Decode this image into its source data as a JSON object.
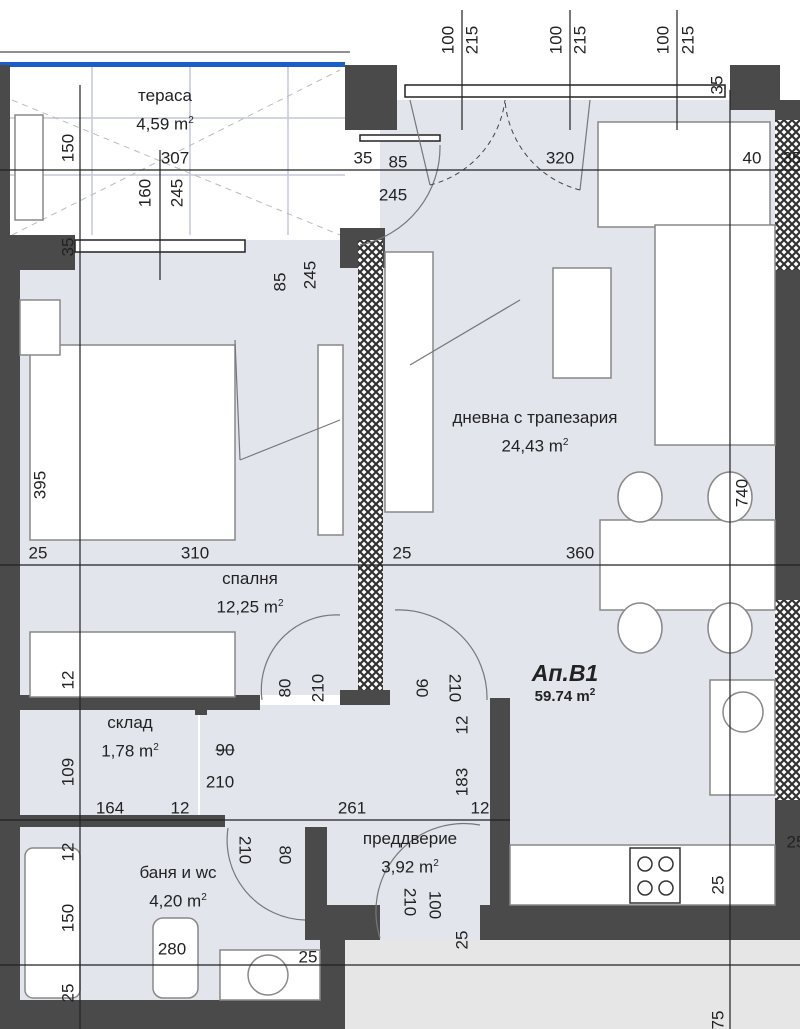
{
  "apartment": {
    "name": "Ап.B1",
    "area": "59.74",
    "unit": "m",
    "unit_sup": "2"
  },
  "rooms": [
    {
      "name": "тераса",
      "area": "4,59 m",
      "sup": "2"
    },
    {
      "name": "дневна с трапезария",
      "area": "24,43 m",
      "sup": "2"
    },
    {
      "name": "спалня",
      "area": "12,25 m",
      "sup": "2"
    },
    {
      "name": "склад",
      "area": "1,78 m",
      "sup": "2"
    },
    {
      "name": "преддверие",
      "area": "3,92 m",
      "sup": "2"
    },
    {
      "name": "баня и wc",
      "area": "4,20 m",
      "sup": "2"
    }
  ],
  "dims": [
    "100",
    "215",
    "100",
    "215",
    "100",
    "215",
    "35",
    "150",
    "307",
    "35",
    "85",
    "320",
    "40",
    "35",
    "160",
    "245",
    "245",
    "35",
    "85",
    "245",
    "395",
    "740",
    "25",
    "310",
    "25",
    "360",
    "12",
    "80",
    "210",
    "90",
    "210",
    "12",
    "90",
    "210",
    "109",
    "183",
    "164",
    "12",
    "261",
    "12",
    "210",
    "80",
    "12",
    "150",
    "210",
    "100",
    "280",
    "25",
    "25",
    "25",
    "25",
    "75",
    "25"
  ],
  "colors": {
    "floor": "#e3e5ed",
    "wall": "#4a4a4a",
    "glass": "#1a5fc8",
    "ground": "#e6e6e6"
  }
}
